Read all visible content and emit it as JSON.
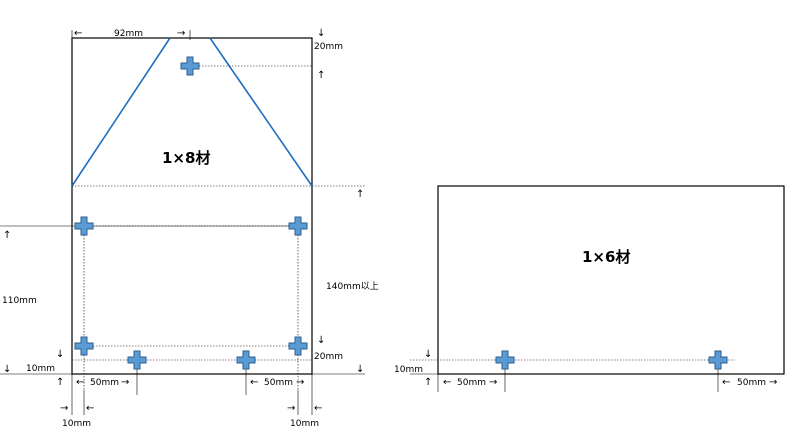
{
  "board_left": {
    "title": "1×8材",
    "dims": {
      "top_width": "92mm",
      "top_margin": "20mm",
      "side_height": "140mm以上",
      "left_height": "110mm",
      "bottom_margin": "20mm",
      "bottom_left_gap": "10mm",
      "hole_offset_left": "50mm",
      "hole_offset_right": "50mm",
      "edge_left": "10mm",
      "edge_right": "10mm"
    }
  },
  "board_right": {
    "title": "1×6材",
    "dims": {
      "bottom_gap": "10mm",
      "hole_offset_left": "50mm",
      "hole_offset_right": "50mm"
    }
  },
  "arrows": {
    "left": "←",
    "right": "→",
    "up": "↑",
    "down": "↓"
  },
  "colors": {
    "marker_fill": "#5b9bd5",
    "marker_stroke": "#2f5f8f",
    "cut_line": "#1f6fc0"
  }
}
